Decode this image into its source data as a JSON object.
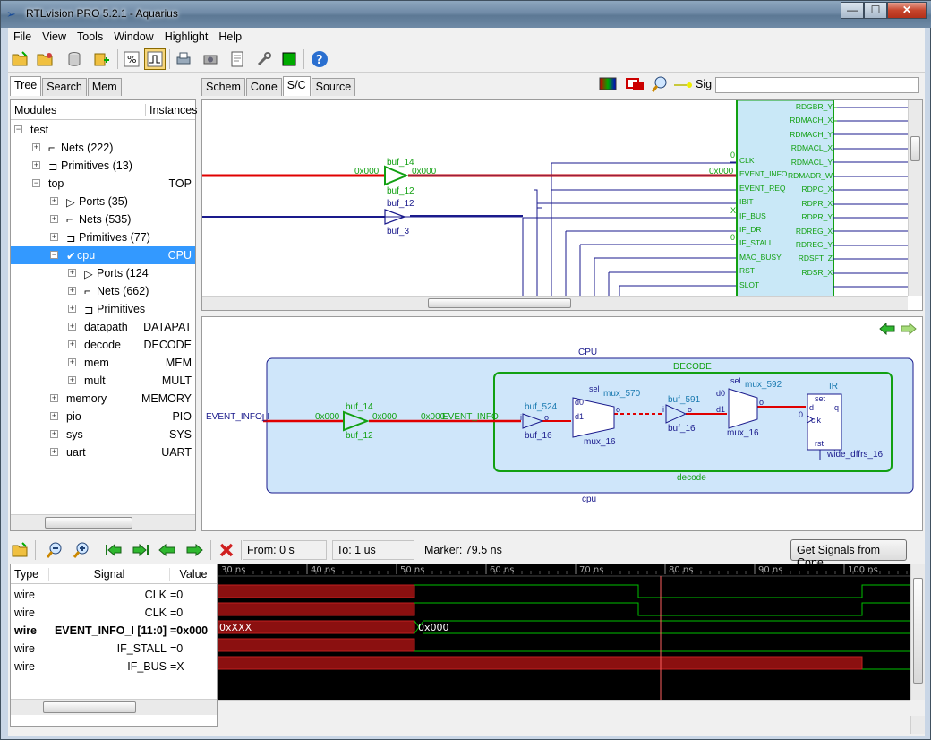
{
  "window": {
    "title": "RTLvision PRO 5.2.1 - Aquarius",
    "controls": {
      "minimize": "—",
      "maximize": "☐",
      "close": "✕"
    }
  },
  "menu": [
    "File",
    "View",
    "Tools",
    "Window",
    "Highlight",
    "Help"
  ],
  "left_tabs": [
    "Tree",
    "Search",
    "Mem"
  ],
  "tree": {
    "headers": {
      "modules": "Modules",
      "instances": "Instances"
    },
    "rows": [
      {
        "label": "test",
        "inst": "",
        "exp": "−"
      },
      {
        "label": "Nets (222)",
        "inst": "",
        "exp": "+",
        "icon": "net"
      },
      {
        "label": "Primitives (13)",
        "inst": "",
        "exp": "+",
        "icon": "prim"
      },
      {
        "label": "top",
        "inst": "TOP",
        "exp": "−"
      },
      {
        "label": "Ports (35)",
        "inst": "",
        "exp": "+",
        "icon": "port"
      },
      {
        "label": "Nets (535)",
        "inst": "",
        "exp": "+",
        "icon": "net"
      },
      {
        "label": "Primitives (77)",
        "inst": "",
        "exp": "+",
        "icon": "prim"
      },
      {
        "label": "cpu",
        "inst": "CPU",
        "exp": "−",
        "selected": true
      },
      {
        "label": "Ports (124",
        "inst": "",
        "exp": "+",
        "icon": "port"
      },
      {
        "label": "Nets (662)",
        "inst": "",
        "exp": "+",
        "icon": "net"
      },
      {
        "label": "Primitives",
        "inst": "",
        "exp": "+",
        "icon": "prim"
      },
      {
        "label": "datapath",
        "inst": "DATAPAT",
        "exp": "+"
      },
      {
        "label": "decode",
        "inst": "DECODE",
        "exp": "+"
      },
      {
        "label": "mem",
        "inst": "MEM",
        "exp": "+"
      },
      {
        "label": "mult",
        "inst": "MULT",
        "exp": "+"
      },
      {
        "label": "memory",
        "inst": "MEMORY",
        "exp": "+"
      },
      {
        "label": "pio",
        "inst": "PIO",
        "exp": "+"
      },
      {
        "label": "sys",
        "inst": "SYS",
        "exp": "+"
      },
      {
        "label": "uart",
        "inst": "UART",
        "exp": "+"
      }
    ]
  },
  "right_tabs": [
    "Schem",
    "Cone",
    "S/C",
    "Source"
  ],
  "sig_search": {
    "label": "Sig",
    "value": ""
  },
  "schem_top": {
    "buffers": [
      {
        "name": "buf_14",
        "inst": "buf_12",
        "in": "0x000",
        "out": "0x000"
      },
      {
        "name": "buf_12",
        "inst": "buf_3",
        "in": "",
        "out": ""
      }
    ],
    "bus_value": "0x000",
    "left_pins": [
      "CLK",
      "EVENT_INFO",
      "EVENT_REQ",
      "IBIT",
      "IF_BUS",
      "IF_DR",
      "IF_STALL",
      "MAC_BUSY",
      "RST",
      "SLOT"
    ],
    "left_pin_values": [
      "0",
      "0x000",
      "",
      "",
      "X",
      "",
      "0",
      "",
      "",
      ""
    ],
    "right_pins": [
      "RDGBR_Y",
      "RDMACH_X",
      "RDMACH_Y",
      "RDMACL_X",
      "RDMACL_Y",
      "RDMADR_W",
      "RDPC_X",
      "RDPR_X",
      "RDPR_Y",
      "RDREG_X",
      "RDREG_Y",
      "RDSFT_Z",
      "RDSR_X"
    ]
  },
  "schem_bot": {
    "cpu_label": "CPU",
    "cpu_inst": "cpu",
    "decode_label": "DECODE",
    "decode_inst": "decode",
    "port": "EVENT_INFO_I",
    "buf_a": {
      "name": "buf_14",
      "inst": "buf_12",
      "in": "0x000",
      "out": "0x000"
    },
    "port_value": "0x000",
    "event_info": "EVENT_INFO",
    "buf_b": {
      "name": "buf_524",
      "inst": "buf_16"
    },
    "mux_a": {
      "name": "mux_570",
      "inst": "mux_16"
    },
    "buf_c": {
      "name": "buf_591",
      "inst": "buf_16"
    },
    "mux_b": {
      "name": "mux_592",
      "inst": "mux_16"
    },
    "ff": {
      "name": "IR",
      "inst": "wide_dffrs_16"
    },
    "pin_labels": {
      "sel": "sel",
      "d0": "d0",
      "d1": "d1",
      "i": "i",
      "o": "o",
      "set": "set",
      "d": "d",
      "q": "q",
      "clk": "clk",
      "rst": "rst",
      "zero": "0"
    }
  },
  "wave_toolbar": {
    "from_label": "From:",
    "from_value": "0 s",
    "to_label": "To:",
    "to_value": "1 us",
    "marker_label": "Marker:",
    "marker_value": "79.5 ns",
    "cone_button": "Get Signals from Cone"
  },
  "signals": {
    "headers": {
      "type": "Type",
      "signal": "Signal",
      "value": "Value"
    },
    "rows": [
      {
        "type": "wire",
        "name": "CLK",
        "value": "=0"
      },
      {
        "type": "wire",
        "name": "CLK",
        "value": "=0"
      },
      {
        "type": "wire",
        "name": "EVENT_INFO_I [11:0]",
        "value": "=0x000",
        "bold": true
      },
      {
        "type": "wire",
        "name": "IF_STALL",
        "value": "=0"
      },
      {
        "type": "wire",
        "name": "IF_BUS",
        "value": "=X"
      }
    ]
  },
  "timeline": {
    "ticks": [
      "30 ns",
      "40 ns",
      "50 ns",
      "60 ns",
      "70 ns",
      "80 ns",
      "90 ns",
      "100 ns"
    ],
    "marker_ns": 79.5,
    "bus_values": [
      "0xXXX",
      "0x000"
    ]
  },
  "colors": {
    "wire_red": "#e00000",
    "net_blue": "#1a1a8c",
    "green": "#12a012",
    "wave_green": "#00c000",
    "wave_red": "#8b0000"
  }
}
